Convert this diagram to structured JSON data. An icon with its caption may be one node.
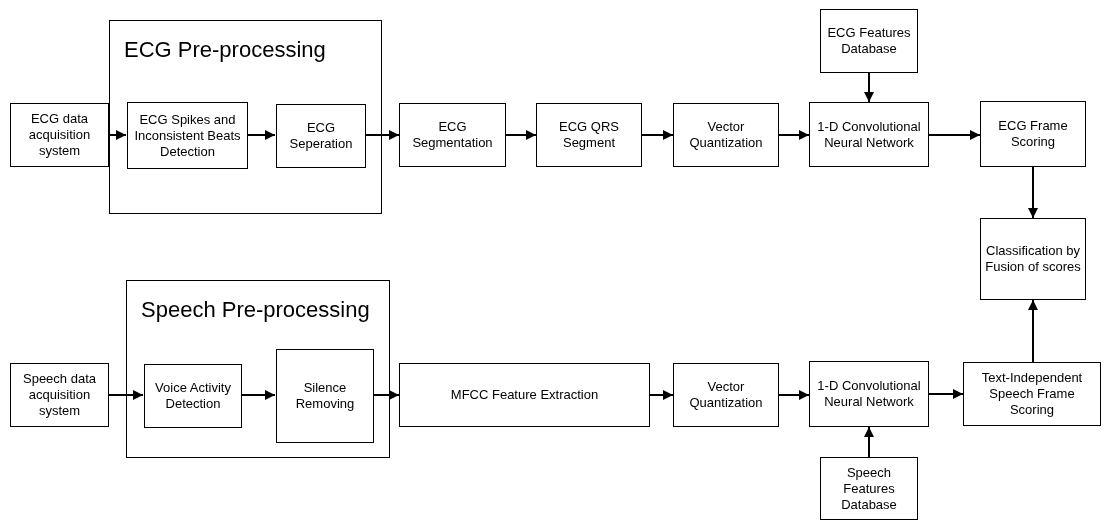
{
  "diagram": {
    "nodes": [
      {
        "text": [
          "ECG data acquisition system"
        ]
      },
      {
        "text": [
          "ECG Pre-processing"
        ]
      },
      {
        "text": [
          "ECG Spikes and Inconsistent Beats Detection"
        ],
        "in": 1
      },
      {
        "text": [
          "ECG Seperation"
        ],
        "in": 1
      },
      {
        "text": [
          "ECG Segmentation"
        ]
      },
      {
        "text": [
          "ECG QRS Segment"
        ]
      },
      {
        "text": [
          "Vector Quantization"
        ]
      },
      {
        "text": [
          "1-D Convolutional Neural Network"
        ]
      },
      {
        "text": [
          "ECG Features Database"
        ]
      },
      {
        "text": [
          "ECG Frame Scoring"
        ]
      },
      {
        "text": [
          "Classification by Fusion of scores"
        ]
      },
      {
        "text": [
          "Speech data acquisition system"
        ]
      },
      {
        "text": [
          "Speech Pre-processing"
        ]
      },
      {
        "text": [
          "Voice Activity Detection"
        ],
        "in": 12
      },
      {
        "text": [
          "Silence Removing"
        ],
        "in": 12
      },
      {
        "text": [
          "MFCC Feature Extraction"
        ]
      },
      {
        "text": [
          "Vector Quantization"
        ]
      },
      {
        "text": [
          "1-D Convolutional Neural Network"
        ]
      },
      {
        "text": [
          "Text-Independent Speech Frame Scoring"
        ]
      },
      {
        "text": [
          "Speech Features Database"
        ]
      }
    ],
    "edges": [
      {
        "from": 0,
        "to": 2,
        "arrow": "to"
      },
      {
        "from": 2,
        "to": 3,
        "arrow": "to"
      },
      {
        "from": 3,
        "to": 4,
        "arrow": "to"
      },
      {
        "from": 4,
        "to": 5,
        "arrow": "to"
      },
      {
        "from": 5,
        "to": 6,
        "arrow": "to"
      },
      {
        "from": 6,
        "to": 7,
        "arrow": "to"
      },
      {
        "from": 8,
        "to": 7,
        "arrow": "to"
      },
      {
        "from": 7,
        "to": 9,
        "arrow": "to"
      },
      {
        "from": 9,
        "to": 10,
        "arrow": "to"
      },
      {
        "from": 11,
        "to": 13,
        "arrow": "to"
      },
      {
        "from": 13,
        "to": 14,
        "arrow": "to"
      },
      {
        "from": 14,
        "to": 15,
        "arrow": "to"
      },
      {
        "from": 15,
        "to": 16,
        "arrow": "to"
      },
      {
        "from": 16,
        "to": 17,
        "arrow": "to"
      },
      {
        "from": 19,
        "to": 17,
        "arrow": "to"
      },
      {
        "from": 17,
        "to": 18,
        "arrow": "to"
      },
      {
        "from": 18,
        "to": 10,
        "arrow": "to"
      }
    ]
  }
}
